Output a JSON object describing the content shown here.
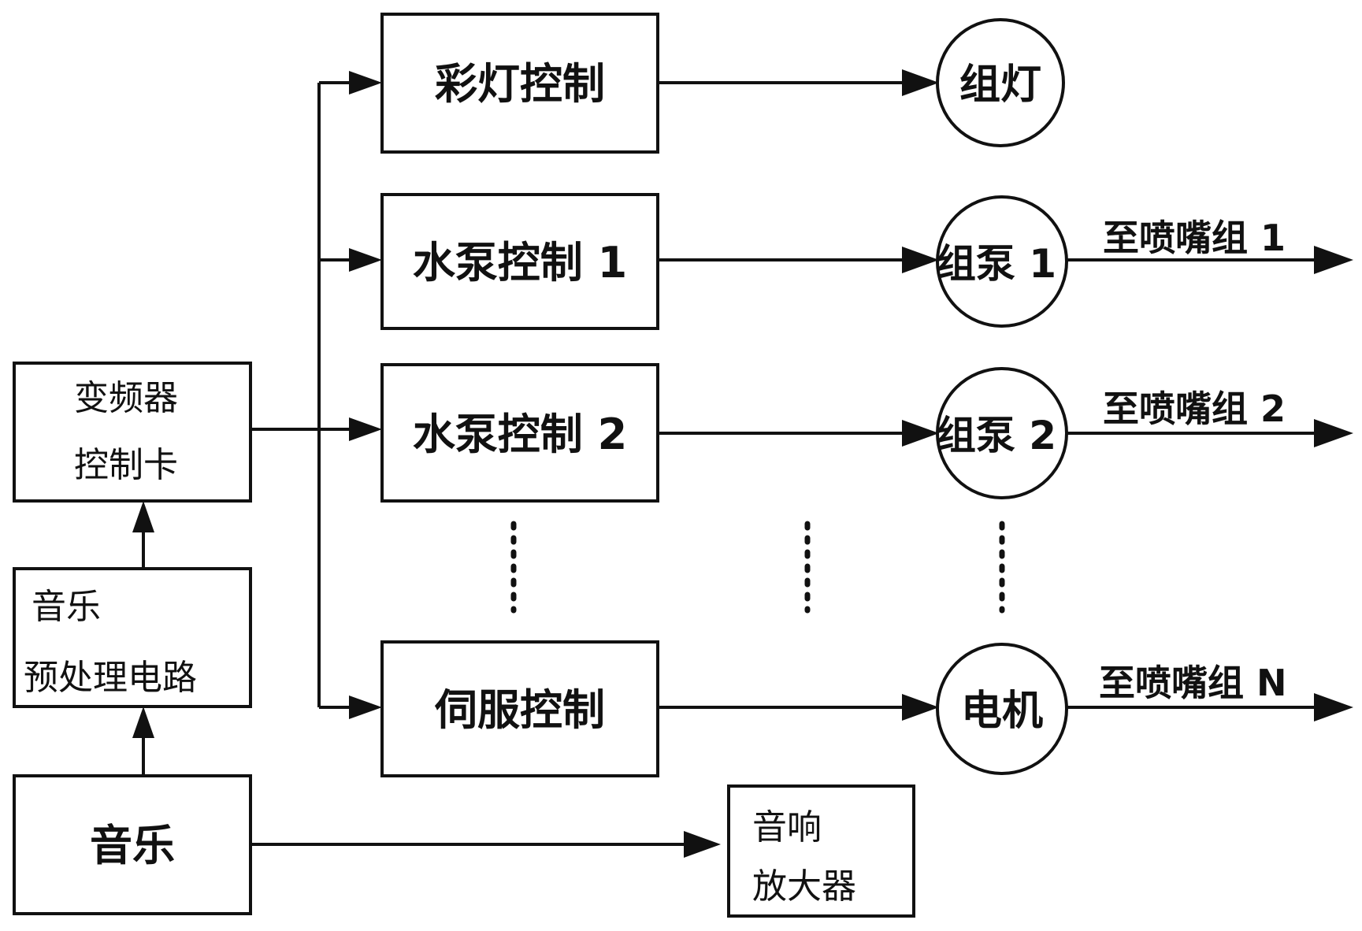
{
  "nodes": {
    "inverter": {
      "line1": "变频器",
      "line2": "控制卡"
    },
    "preprocess": {
      "line1": "音乐",
      "line2": "预处理电路"
    },
    "music": {
      "label": "音乐"
    },
    "light_ctrl": {
      "label": "彩灯控制"
    },
    "pump_ctrl_1": {
      "label": "水泵控制 1"
    },
    "pump_ctrl_2": {
      "label": "水泵控制 2"
    },
    "servo_ctrl": {
      "label": "伺服控制"
    },
    "amp": {
      "line1": "音响",
      "line2": "放大器"
    },
    "lamp_group": {
      "label": "组灯"
    },
    "pump_group_1": {
      "label": "组泵 1"
    },
    "pump_group_2": {
      "label": "组泵 2"
    },
    "motor": {
      "label": "电机"
    }
  },
  "outputs": {
    "nozzle_1": "至喷嘴组 1",
    "nozzle_2": "至喷嘴组 2",
    "nozzle_n": "至喷嘴组 N"
  }
}
